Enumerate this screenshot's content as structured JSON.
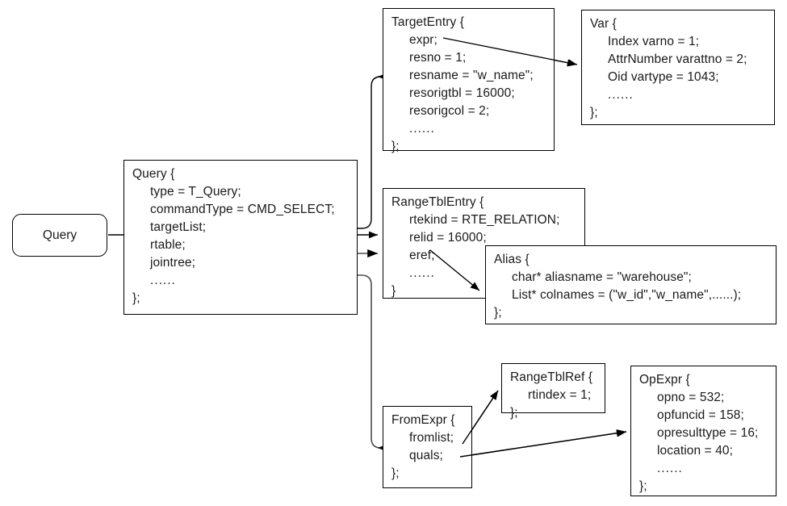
{
  "diagram": {
    "title": "PostgreSQL Query Parse Tree Structure",
    "background": "#ffffff",
    "line_color": "#000000",
    "text_color": "#1a1a1a"
  },
  "nodes": {
    "query_entry": {
      "label": "Query"
    },
    "query": {
      "lines": [
        "Query {",
        "type = T_Query;",
        "commandType = CMD_SELECT;",
        "targetList;",
        "rtable;",
        "jointree;",
        "......",
        "};"
      ]
    },
    "target_entry": {
      "lines": [
        "TargetEntry {",
        "expr;",
        "resno = 1;",
        "resname = \"w_name\";",
        "resorigtbl = 16000;",
        "resorigcol = 2;",
        "......",
        "};"
      ]
    },
    "var": {
      "lines": [
        "Var {",
        "Index varno = 1;",
        "AttrNumber varattno = 2;",
        "Oid vartype = 1043;",
        "......",
        "};"
      ]
    },
    "range_tbl_entry": {
      "lines": [
        "RangeTblEntry {",
        "rtekind = RTE_RELATION;",
        "relid = 16000;",
        "eref;",
        "......",
        "}"
      ]
    },
    "alias": {
      "lines": [
        "Alias {",
        "char* aliasname = \"warehouse\";",
        "List* colnames = (\"w_id\",\"w_name\",......);",
        "};"
      ]
    },
    "from_expr": {
      "lines": [
        "FromExpr {",
        "fromlist;",
        "quals;",
        "};"
      ]
    },
    "range_tbl_ref": {
      "lines": [
        "RangeTblRef {",
        "rtindex = 1;",
        "};"
      ]
    },
    "op_expr": {
      "lines": [
        "OpExpr {",
        "opno = 532;",
        "opfuncid = 158;",
        "opresulttype = 16;",
        "location = 40;",
        "......",
        "};"
      ]
    }
  },
  "edges": [
    {
      "name": "query-entry-to-query",
      "from": "query_entry",
      "to": "query"
    },
    {
      "name": "targetlist-to-targetentry",
      "from": "query.targetList",
      "to": "target_entry"
    },
    {
      "name": "expr-to-var",
      "from": "target_entry.expr",
      "to": "var"
    },
    {
      "name": "rtable-to-rangetblentry",
      "from": "query.rtable",
      "to": "range_tbl_entry"
    },
    {
      "name": "eref-to-alias",
      "from": "range_tbl_entry.eref",
      "to": "alias"
    },
    {
      "name": "jointree-to-fromexpr",
      "from": "query.jointree",
      "to": "from_expr"
    },
    {
      "name": "fromlist-to-rangetblref",
      "from": "from_expr.fromlist",
      "to": "range_tbl_ref"
    },
    {
      "name": "quals-to-opexpr",
      "from": "from_expr.quals",
      "to": "op_expr"
    }
  ]
}
